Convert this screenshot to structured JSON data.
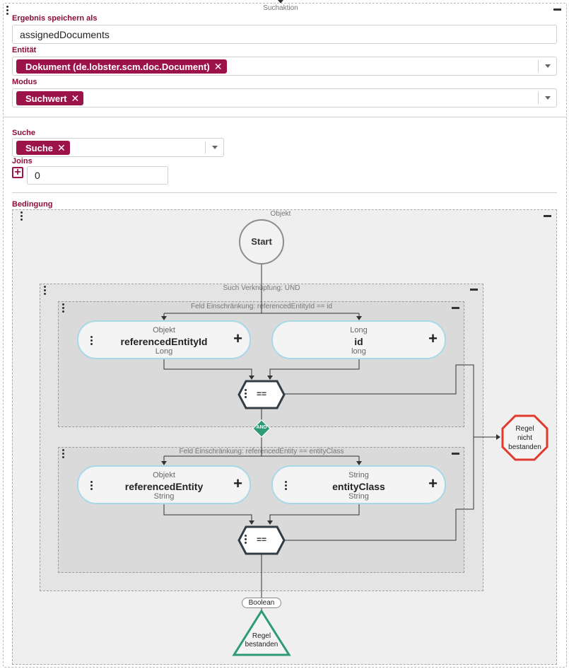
{
  "panel": {
    "title": "Suchaktion",
    "result_label": "Ergebnis speichern als",
    "result_value": "assignedDocuments",
    "entity_label": "Entität",
    "entity_tag": "Dokument (de.lobster.scm.doc.Document)",
    "mode_label": "Modus",
    "mode_tag": "Suchwert",
    "search_label": "Suche",
    "search_tag": "Suche",
    "joins_label": "Joins",
    "joins_value": "0",
    "condition_label": "Bedingung",
    "remove_symbol": "✕"
  },
  "diagram": {
    "objekt_title": "Objekt",
    "start": "Start",
    "verknuepfung_title": "Such Verknüpfung: UND",
    "field1_title": "Feld Einschränkung: referencedEntityId == id",
    "field2_title": "Feld Einschränkung: referencedEntity == entityClass",
    "node1": {
      "top": "Objekt",
      "name": "referencedEntityId",
      "bottom": "Long"
    },
    "node2": {
      "top": "Long",
      "name": "id",
      "bottom": "long"
    },
    "node3": {
      "top": "Objekt",
      "name": "referencedEntity",
      "bottom": "String"
    },
    "node4": {
      "top": "String",
      "name": "entityClass",
      "bottom": "String"
    },
    "operator1": "==",
    "operator2": "==",
    "and": "AND",
    "fail_line1": "Regel",
    "fail_line2": "nicht",
    "fail_line3": "bestanden",
    "boolean": "Boolean",
    "pass_line1": "Regel",
    "pass_line2": "bestanden",
    "plus": "+"
  },
  "colors": {
    "accent": "#9b1348",
    "label": "#8b0e3a",
    "node_border": "#a9d8e8",
    "fail": "#e03a2f",
    "pass": "#2e9a76",
    "operator": "#333d45"
  }
}
